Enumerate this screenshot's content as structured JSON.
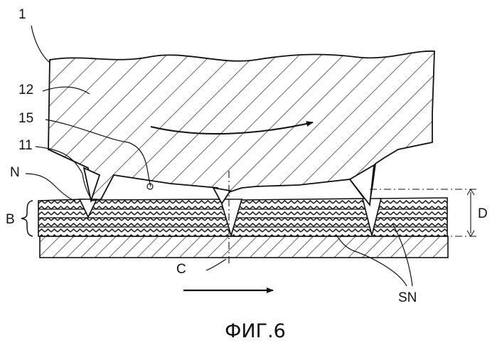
{
  "figure": {
    "labels": {
      "l1": "1",
      "l12": "12",
      "l15": "15",
      "l11": "11",
      "lN": "N",
      "lB": "B",
      "lD": "D",
      "lC": "C",
      "lSN": "SN"
    },
    "caption": "ФИГ.6"
  }
}
